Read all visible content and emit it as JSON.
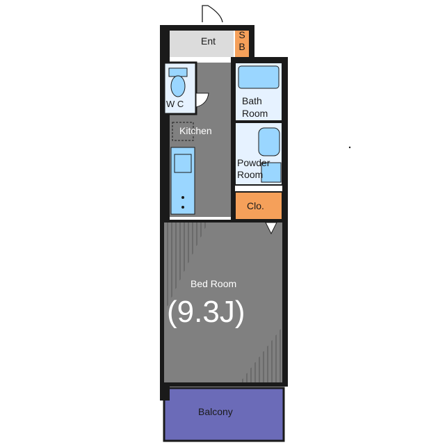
{
  "floorplan": {
    "rooms": {
      "entrance": "Ent",
      "shoe_box": "S\nB",
      "wc": "W C",
      "bath": "Bath\nRoom",
      "kitchen": "Kitchen",
      "powder": "Powder\nRoom",
      "closet": "Clo.",
      "bedroom": "Bed Room",
      "bedroom_size": "(9.3J)",
      "balcony": "Balcony"
    },
    "colors": {
      "wall": "#1a1a1a",
      "floor": "#808080",
      "wet_area": "#e6f2ff",
      "fixture": "#9ad6ff",
      "entrance": "#dcdcdc",
      "storage": "#f5a05a",
      "balcony": "#6b6bb8"
    }
  }
}
